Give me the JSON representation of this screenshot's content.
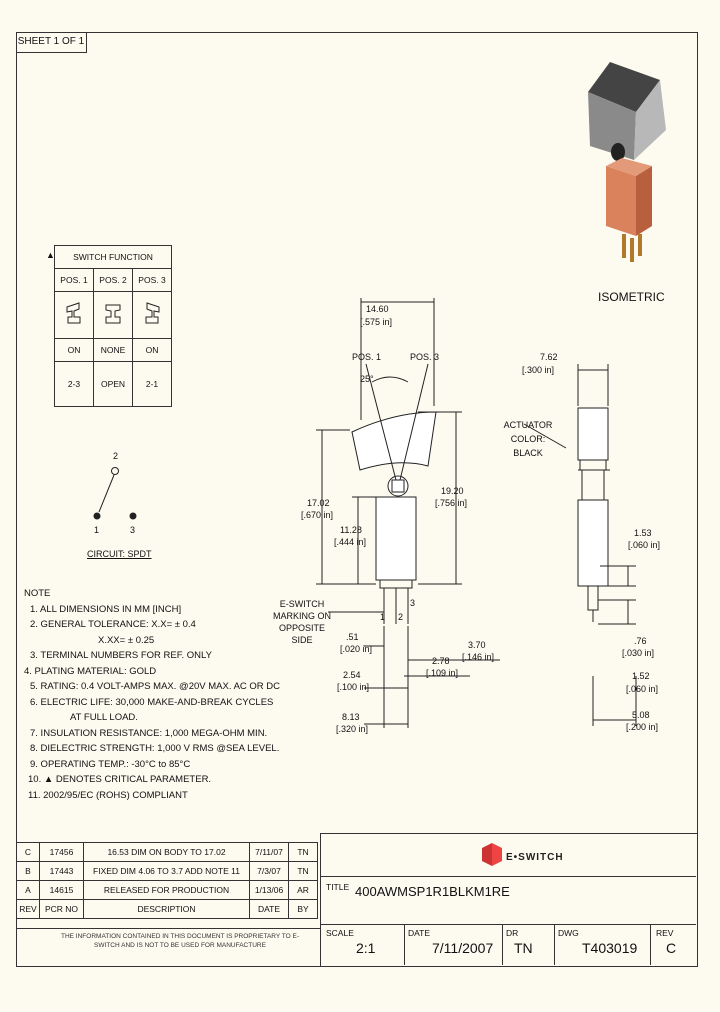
{
  "sheet": "SHEET 1 OF 1",
  "switch_function": {
    "title": "SWITCH FUNCTION",
    "marker": "▲",
    "positions": [
      "POS. 1",
      "POS. 2",
      "POS. 3"
    ],
    "states": [
      "ON",
      "NONE",
      "ON"
    ],
    "circuits": [
      "2-3",
      "OPEN",
      "2-1"
    ]
  },
  "circuit": {
    "label": "CIRCUIT: SPDT",
    "pin_top": "2",
    "pin_left": "1",
    "pin_right": "3"
  },
  "isometric_label": "ISOMETRIC",
  "dimensions": {
    "width_top": "14.60",
    "width_top_in": "[.575 in]",
    "pos1": "POS. 1",
    "pos3": "POS. 3",
    "angle": "25°",
    "height_total": "17.02",
    "height_total_in": "[.670 in]",
    "height_body": "19.20",
    "height_body_in": "[.756 in]",
    "height_lower": "11.28",
    "height_lower_in": "[.444 in]",
    "marking_note": "E-SWITCH\nMARKING ON\nOPPOSITE SIDE",
    "pin_marks": [
      "1",
      "2",
      "3"
    ],
    "d051": ".51",
    "d051_in": "[.020 in]",
    "d254": "2.54",
    "d254_in": "[.100 in]",
    "d278": "2.78",
    "d278_in": "[.109 in]",
    "d370": "3.70",
    "d370_in": "[.146 in]",
    "d813": "8.13",
    "d813_in": "[.320 in]",
    "d762": "7.62",
    "d762_in": "[.300 in]",
    "actuator": "ACTUATOR COLOR:\nBLACK",
    "d153": "1.53",
    "d153_in": "[.060 in]",
    "d076": ".76",
    "d076_in": "[.030 in]",
    "d152": "1.52",
    "d152_in": "[.060 in]",
    "d508": "5.08",
    "d508_in": "[.200 in]"
  },
  "notes": [
    "NOTE",
    "1. ALL DIMENSIONS IN MM [INCH]",
    "2. GENERAL TOLERANCE: X.X= ± 0.4",
    "X.XX= ± 0.25",
    "3. TERMINAL NUMBERS FOR REF. ONLY",
    "4. PLATING MATERIAL: GOLD",
    "5. RATING: 0.4 VOLT-AMPS MAX. @20V MAX. AC OR DC",
    "6. ELECTRIC LIFE: 30,000 MAKE-AND-BREAK CYCLES",
    "AT FULL LOAD.",
    "7. INSULATION RESISTANCE: 1,000 MEGA-OHM MIN.",
    "8. DIELECTRIC STRENGTH: 1,000 V RMS @SEA LEVEL.",
    "9. OPERATING TEMP.: -30°C to 85°C",
    "10. ▲ DENOTES CRITICAL PARAMETER.",
    "11. 2002/95/EC (ROHS) COMPLIANT"
  ],
  "revisions": [
    {
      "rev": "C",
      "pcr": "17456",
      "desc": "16.53 DIM ON BODY TO 17.02",
      "date": "7/11/07",
      "by": "TN"
    },
    {
      "rev": "B",
      "pcr": "17443",
      "desc": "FIXED DIM 4.06 TO 3.7 ADD NOTE 11",
      "date": "7/3/07",
      "by": "TN"
    },
    {
      "rev": "A",
      "pcr": "14615",
      "desc": "RELEASED FOR PRODUCTION",
      "date": "1/13/06",
      "by": "AR"
    }
  ],
  "rev_header": {
    "rev": "REV",
    "pcr": "PCR NO",
    "desc": "DESCRIPTION",
    "date": "DATE",
    "by": "BY"
  },
  "disclaimer": "THE INFORMATION CONTAINED IN THIS DOCUMENT IS PROPRIETARY TO E-SWITCH AND IS NOT TO BE USED FOR MANUFACTURE",
  "brand": "E•SWITCH",
  "title_block": {
    "title_label": "TITLE",
    "title": "400AWMSP1R1BLKM1RE",
    "scale_label": "SCALE",
    "scale": "2:1",
    "date_label": "DATE",
    "date": "7/11/2007",
    "dr_label": "DR",
    "dr": "TN",
    "dwg_label": "DWG",
    "dwg": "T403019",
    "rev_label": "REV",
    "rev": "C"
  }
}
